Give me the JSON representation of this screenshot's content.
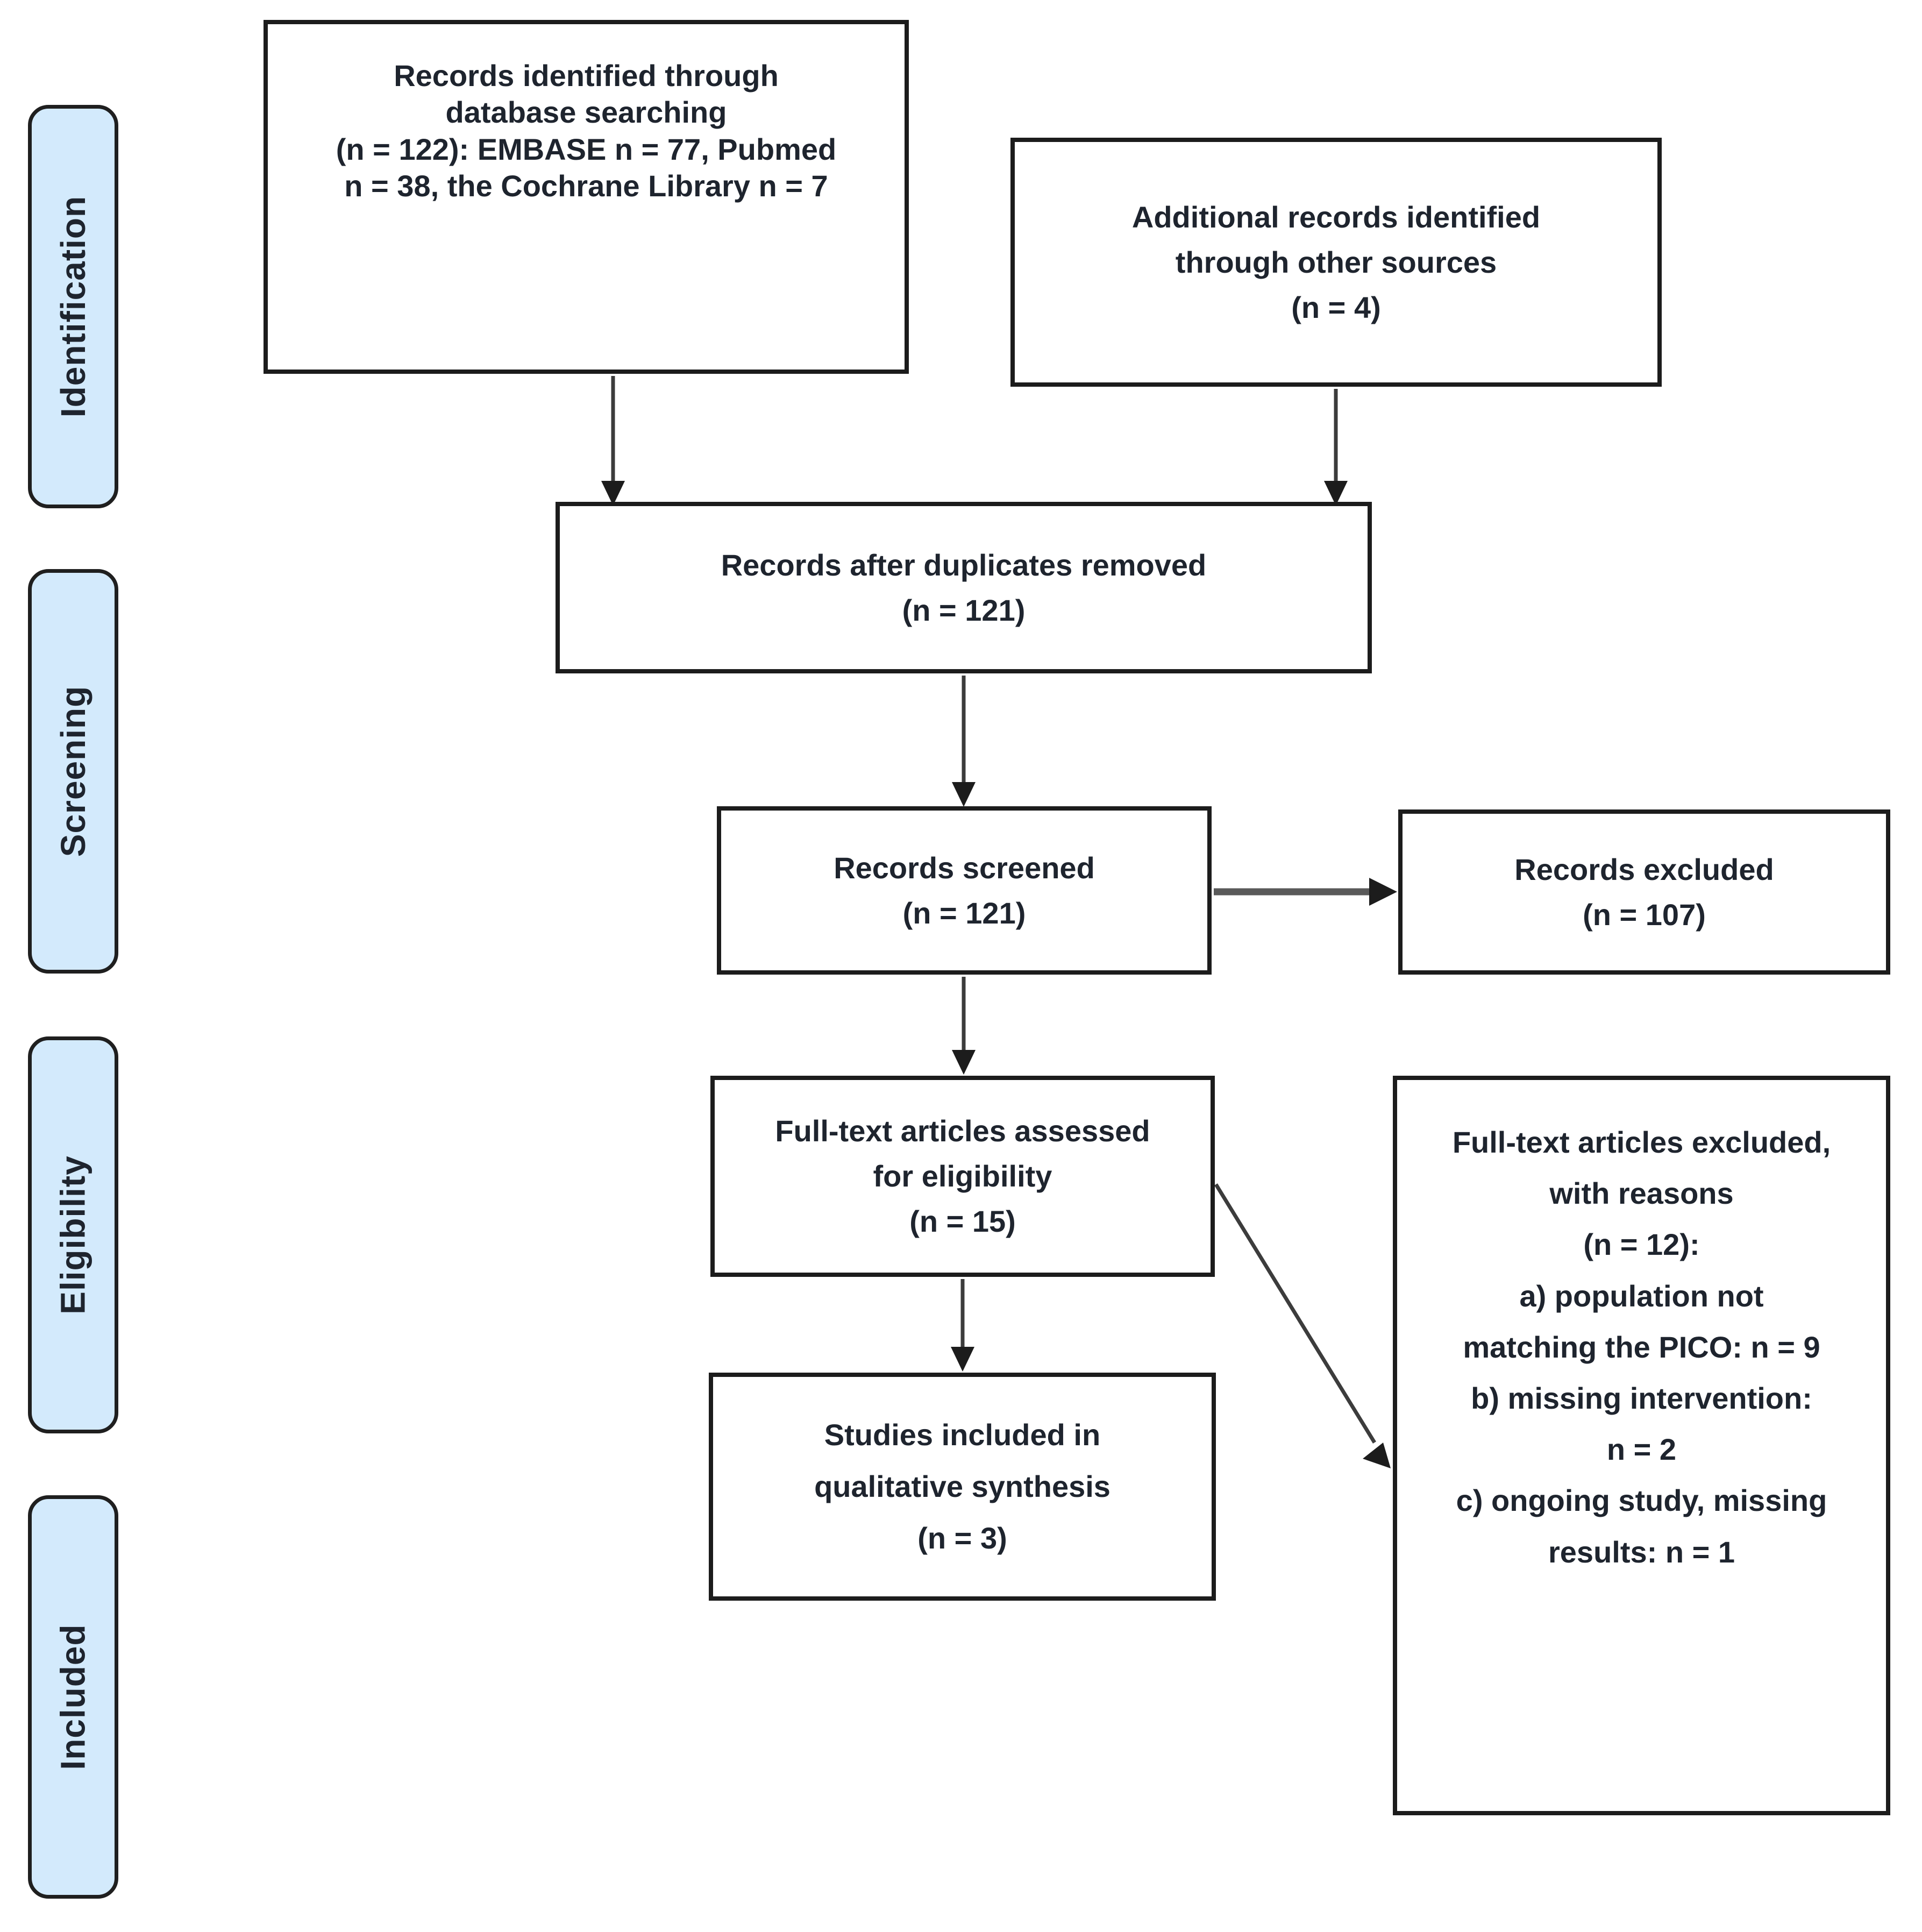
{
  "colors": {
    "background": "#ffffff",
    "box_border": "#1c1c1c",
    "box_fill": "#ffffff",
    "sidebar_fill": "#d3eafc",
    "sidebar_border": "#1f1f1f",
    "text": "#1e242e",
    "arrow": "#3c3c3c"
  },
  "sidebar": {
    "items": [
      {
        "label": "Identification"
      },
      {
        "label": "Screening"
      },
      {
        "label": "Eligibility"
      },
      {
        "label": "Included"
      }
    ]
  },
  "boxes": [
    {
      "id": "records-identified",
      "lines": [
        "Records identified through",
        "database searching",
        "(n = 122): EMBASE n = 77, Pubmed",
        "n = 38, the Cochrane Library n = 7"
      ]
    },
    {
      "id": "additional-records",
      "lines": [
        "Additional records identified",
        "through other sources",
        "(n = 4)"
      ]
    },
    {
      "id": "duplicates-removed",
      "lines": [
        "Records after duplicates removed",
        "(n = 121)"
      ]
    },
    {
      "id": "records-screened",
      "lines": [
        "Records screened",
        "(n = 121)"
      ]
    },
    {
      "id": "records-excluded",
      "lines": [
        "Records excluded",
        "(n = 107)"
      ]
    },
    {
      "id": "fulltext-assessed",
      "lines": [
        "Full-text articles assessed",
        "for eligibility",
        "(n = 15)"
      ]
    },
    {
      "id": "studies-included",
      "lines": [
        "Studies included in",
        "qualitative synthesis",
        "(n = 3)"
      ]
    },
    {
      "id": "fulltext-excluded",
      "lines": [
        "Full-text articles excluded,",
        "with reasons",
        "(n = 12):",
        "a) population not",
        "matching the PICO: n = 9",
        "b) missing intervention:",
        "n = 2",
        "c) ongoing study, missing",
        "results: n = 1"
      ]
    }
  ]
}
